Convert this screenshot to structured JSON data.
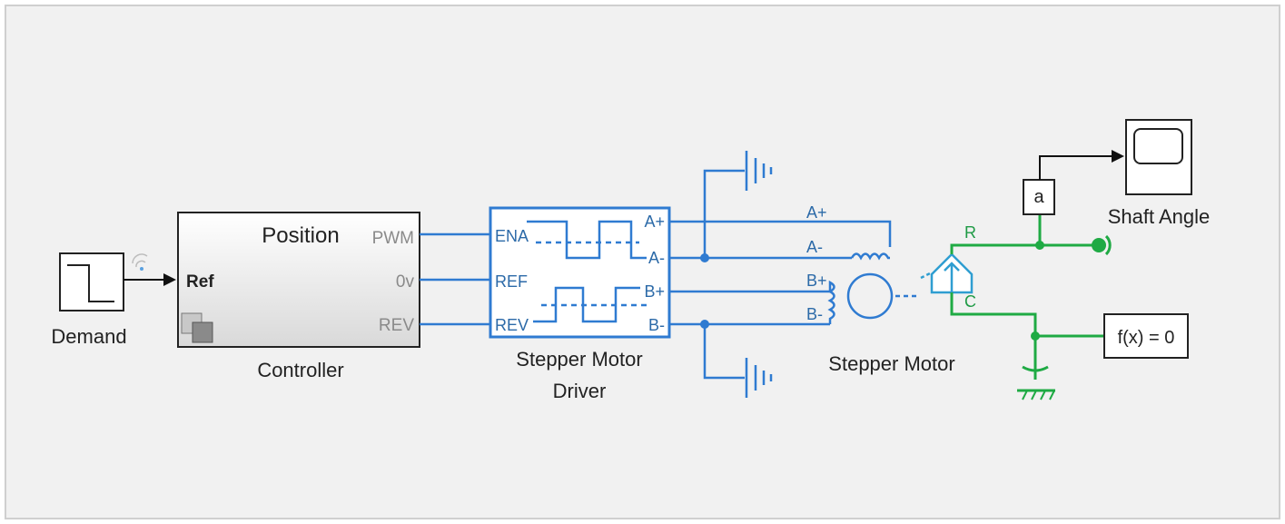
{
  "colors": {
    "simulink_signal": "#000000",
    "electrical": "#2f7bd1",
    "mechanical": "#1faa44",
    "port_text": "#8a8a8a",
    "frame_border": "#cfcfcf",
    "frame_bg": "#f1f1f1"
  },
  "blocks": {
    "demand": {
      "label": "Demand",
      "icon": "step-signal-icon"
    },
    "controller": {
      "label": "Controller",
      "title": "Position",
      "in_port": "Ref",
      "out_ports": [
        "PWM",
        "0v",
        "REV"
      ],
      "icon": "subsystem-icon"
    },
    "driver": {
      "label_line1": "Stepper Motor",
      "label_line2": "Driver",
      "in_ports": [
        "ENA",
        "REF",
        "REV"
      ],
      "out_ports": [
        "A+",
        "A-",
        "B+",
        "B-"
      ],
      "icon": "pulse-waveform-icon"
    },
    "motor": {
      "label": "Stepper Motor",
      "ports": [
        "A+",
        "A-",
        "B+",
        "B-"
      ],
      "icon": "motor-coil-icon"
    },
    "sensor": {
      "ports": [
        "R",
        "C"
      ],
      "icon": "motion-sensor-icon"
    },
    "gain": {
      "label": "a"
    },
    "scope": {
      "label": "Shaft Angle",
      "icon": "scope-icon"
    },
    "solver": {
      "label": "f(x) = 0"
    },
    "grounds": {
      "icon": "electrical-ground-icon"
    },
    "mech_ref": {
      "icon": "mechanical-reference-icon"
    },
    "rotational_port": {
      "icon": "rotational-port-icon"
    }
  }
}
